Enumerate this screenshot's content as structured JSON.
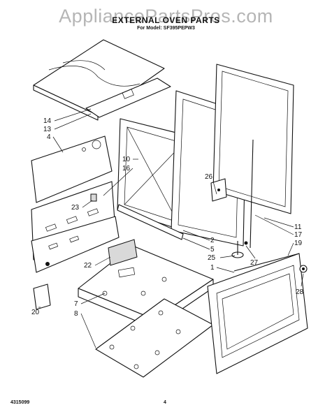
{
  "watermark": "AppliancePartsPros.com",
  "title": "EXTERNAL OVEN PARTS",
  "subtitle": "For Model: SF395PEPW3",
  "doc_number": "4315099",
  "page_number": "4",
  "callouts": [
    "14",
    "13",
    "4",
    "10",
    "16",
    "26",
    "23",
    "11",
    "17",
    "19",
    "2",
    "5",
    "25",
    "27",
    "22",
    "1",
    "28",
    "7",
    "8",
    "20"
  ]
}
